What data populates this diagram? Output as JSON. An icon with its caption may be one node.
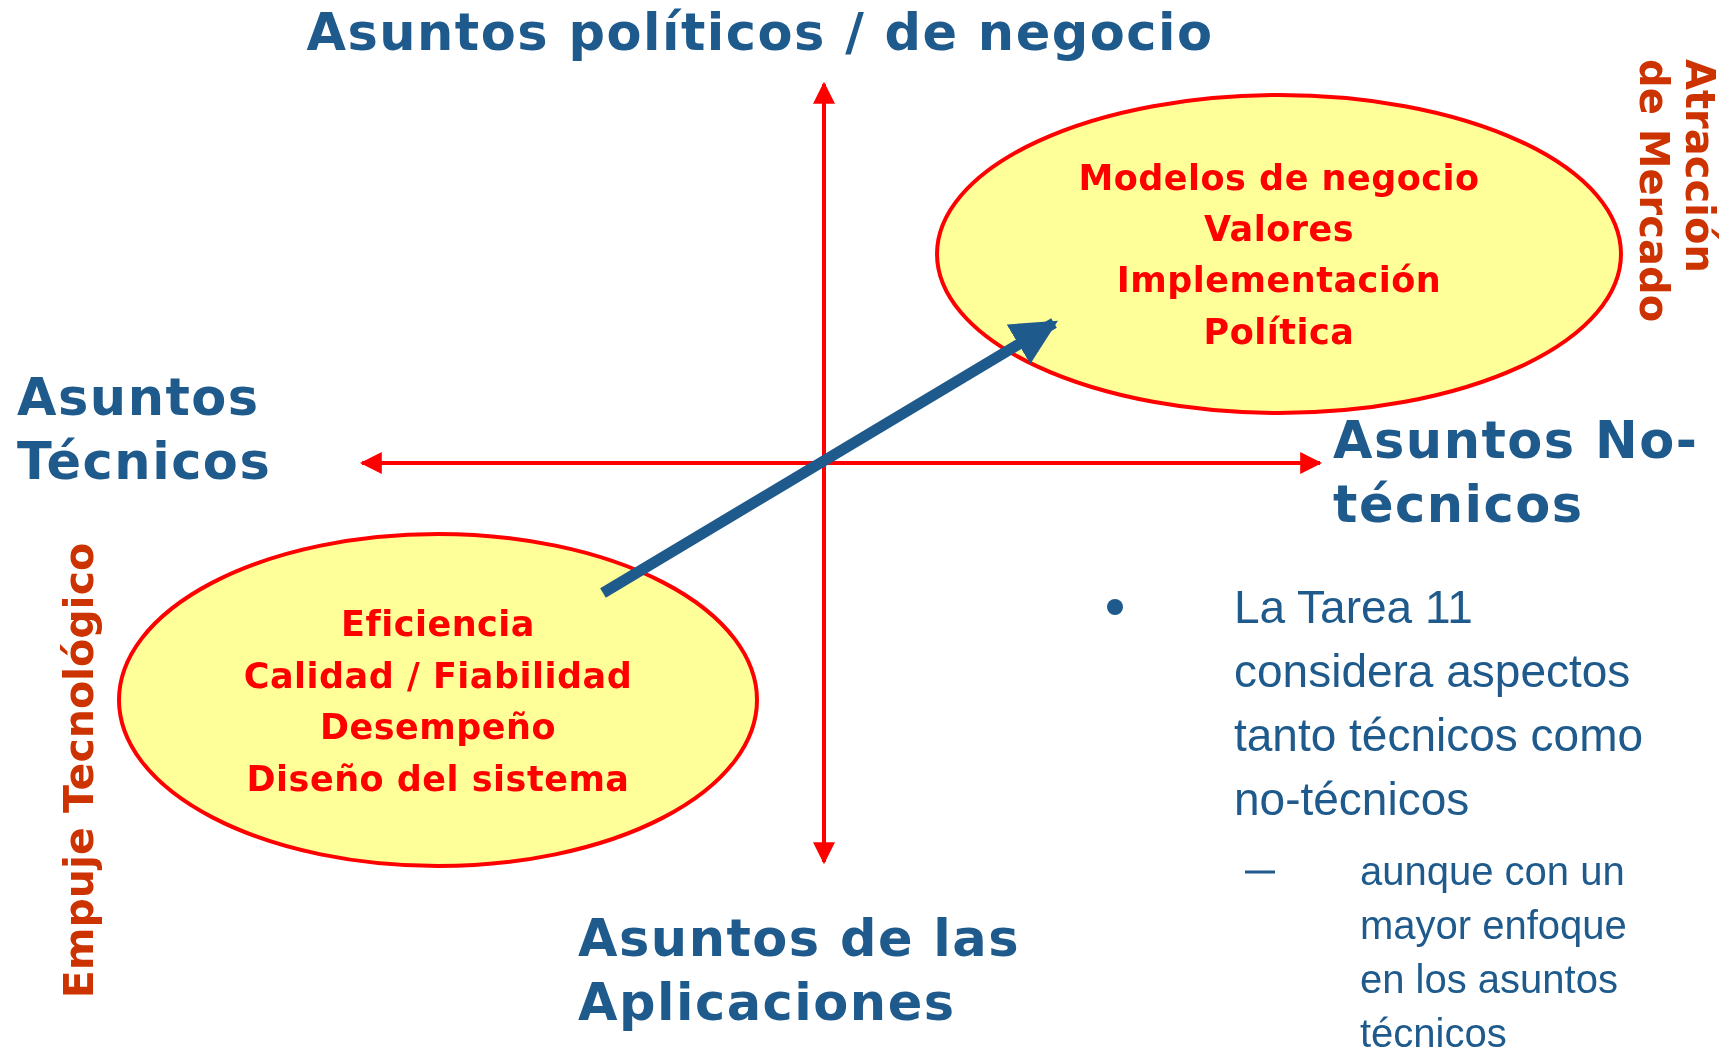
{
  "diagram": {
    "nodes": [
      {
        "text": [
          "Modelos de negocio",
          "Valores",
          "Implementación",
          "Política"
        ]
      },
      {
        "text": [
          "Eficiencia",
          "Calidad / Fiabilidad",
          "Desempeño",
          "Diseño del sistema"
        ]
      }
    ],
    "edges": [
      {
        "from": 1,
        "to": 0,
        "arrow": "to"
      }
    ],
    "labels": [
      "Asuntos políticos / de negocio",
      "Atracción de Mercado",
      "Asuntos Técnicos",
      "Asuntos No-técnicos",
      "Empuje Tecnológico",
      "La Tarea 11 considera aspectos tanto técnicos como no-técnicos",
      "aunque con un mayor enfoque en los asuntos técnicos",
      "Asuntos de las Aplicaciones"
    ]
  }
}
